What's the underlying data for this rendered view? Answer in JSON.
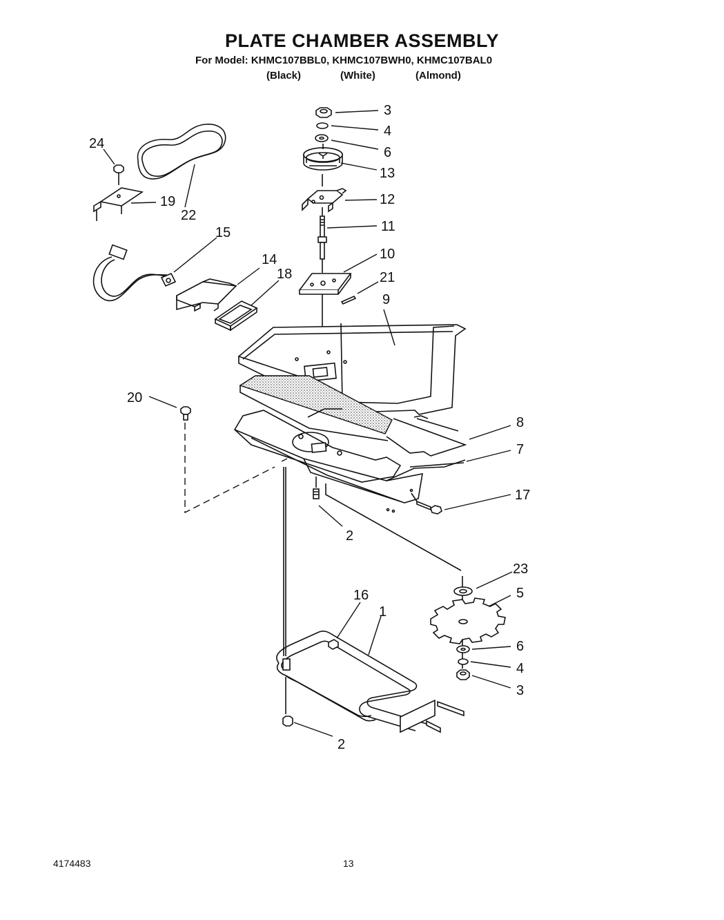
{
  "header": {
    "title": "PLATE CHAMBER ASSEMBLY",
    "models_line": "For Model: KHMC107BBL0, KHMC107BWH0, KHMC107BAL0",
    "colors": [
      "(Black)",
      "(White)",
      "(Almond)"
    ]
  },
  "callouts": [
    "3",
    "4",
    "6",
    "13",
    "12",
    "11",
    "10",
    "21",
    "9",
    "24",
    "19",
    "22",
    "15",
    "14",
    "18",
    "20",
    "8",
    "7",
    "17",
    "2",
    "23",
    "5",
    "16",
    "1",
    "6",
    "4",
    "3",
    "2"
  ],
  "footer": {
    "doc_number": "4174483",
    "page_number": "13"
  }
}
